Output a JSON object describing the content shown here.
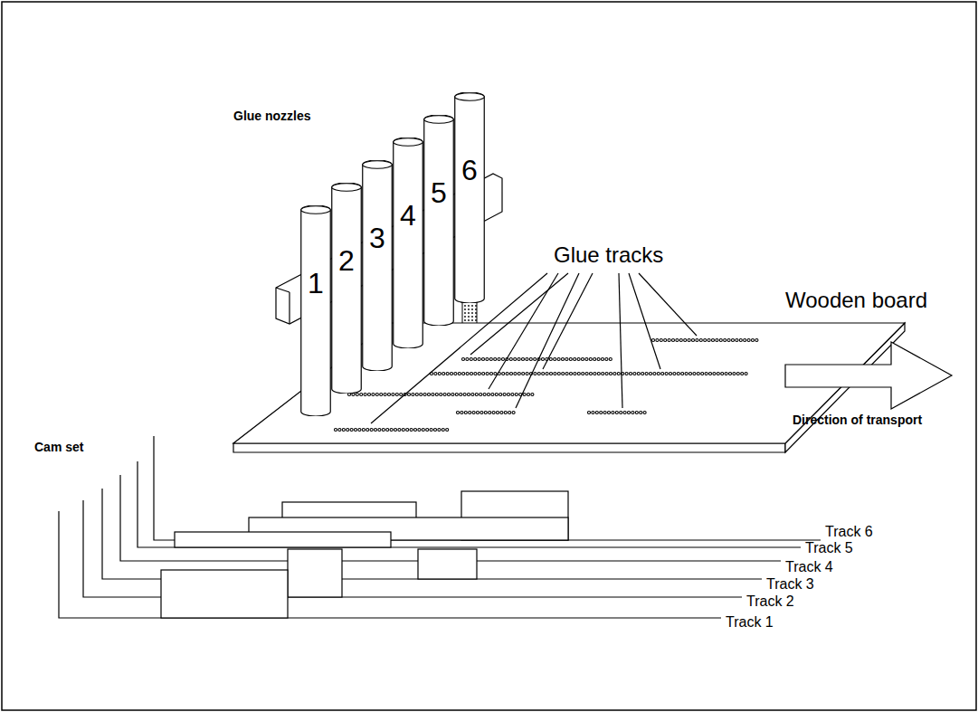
{
  "diagram": {
    "nodes": [
      {
        "text": [
          "1"
        ]
      },
      {
        "text": [
          "2"
        ]
      },
      {
        "text": [
          "3"
        ]
      },
      {
        "text": [
          "4"
        ]
      },
      {
        "text": [
          "5"
        ]
      },
      {
        "text": [
          "6"
        ]
      }
    ],
    "labels": [
      "Glue nozzles",
      "Glue tracks",
      "Wooden board",
      "Direction of transport",
      "Cam set",
      "Track 6",
      "Track 5",
      "Track 4",
      "Track 3",
      "Track 2",
      "Track 1"
    ]
  }
}
